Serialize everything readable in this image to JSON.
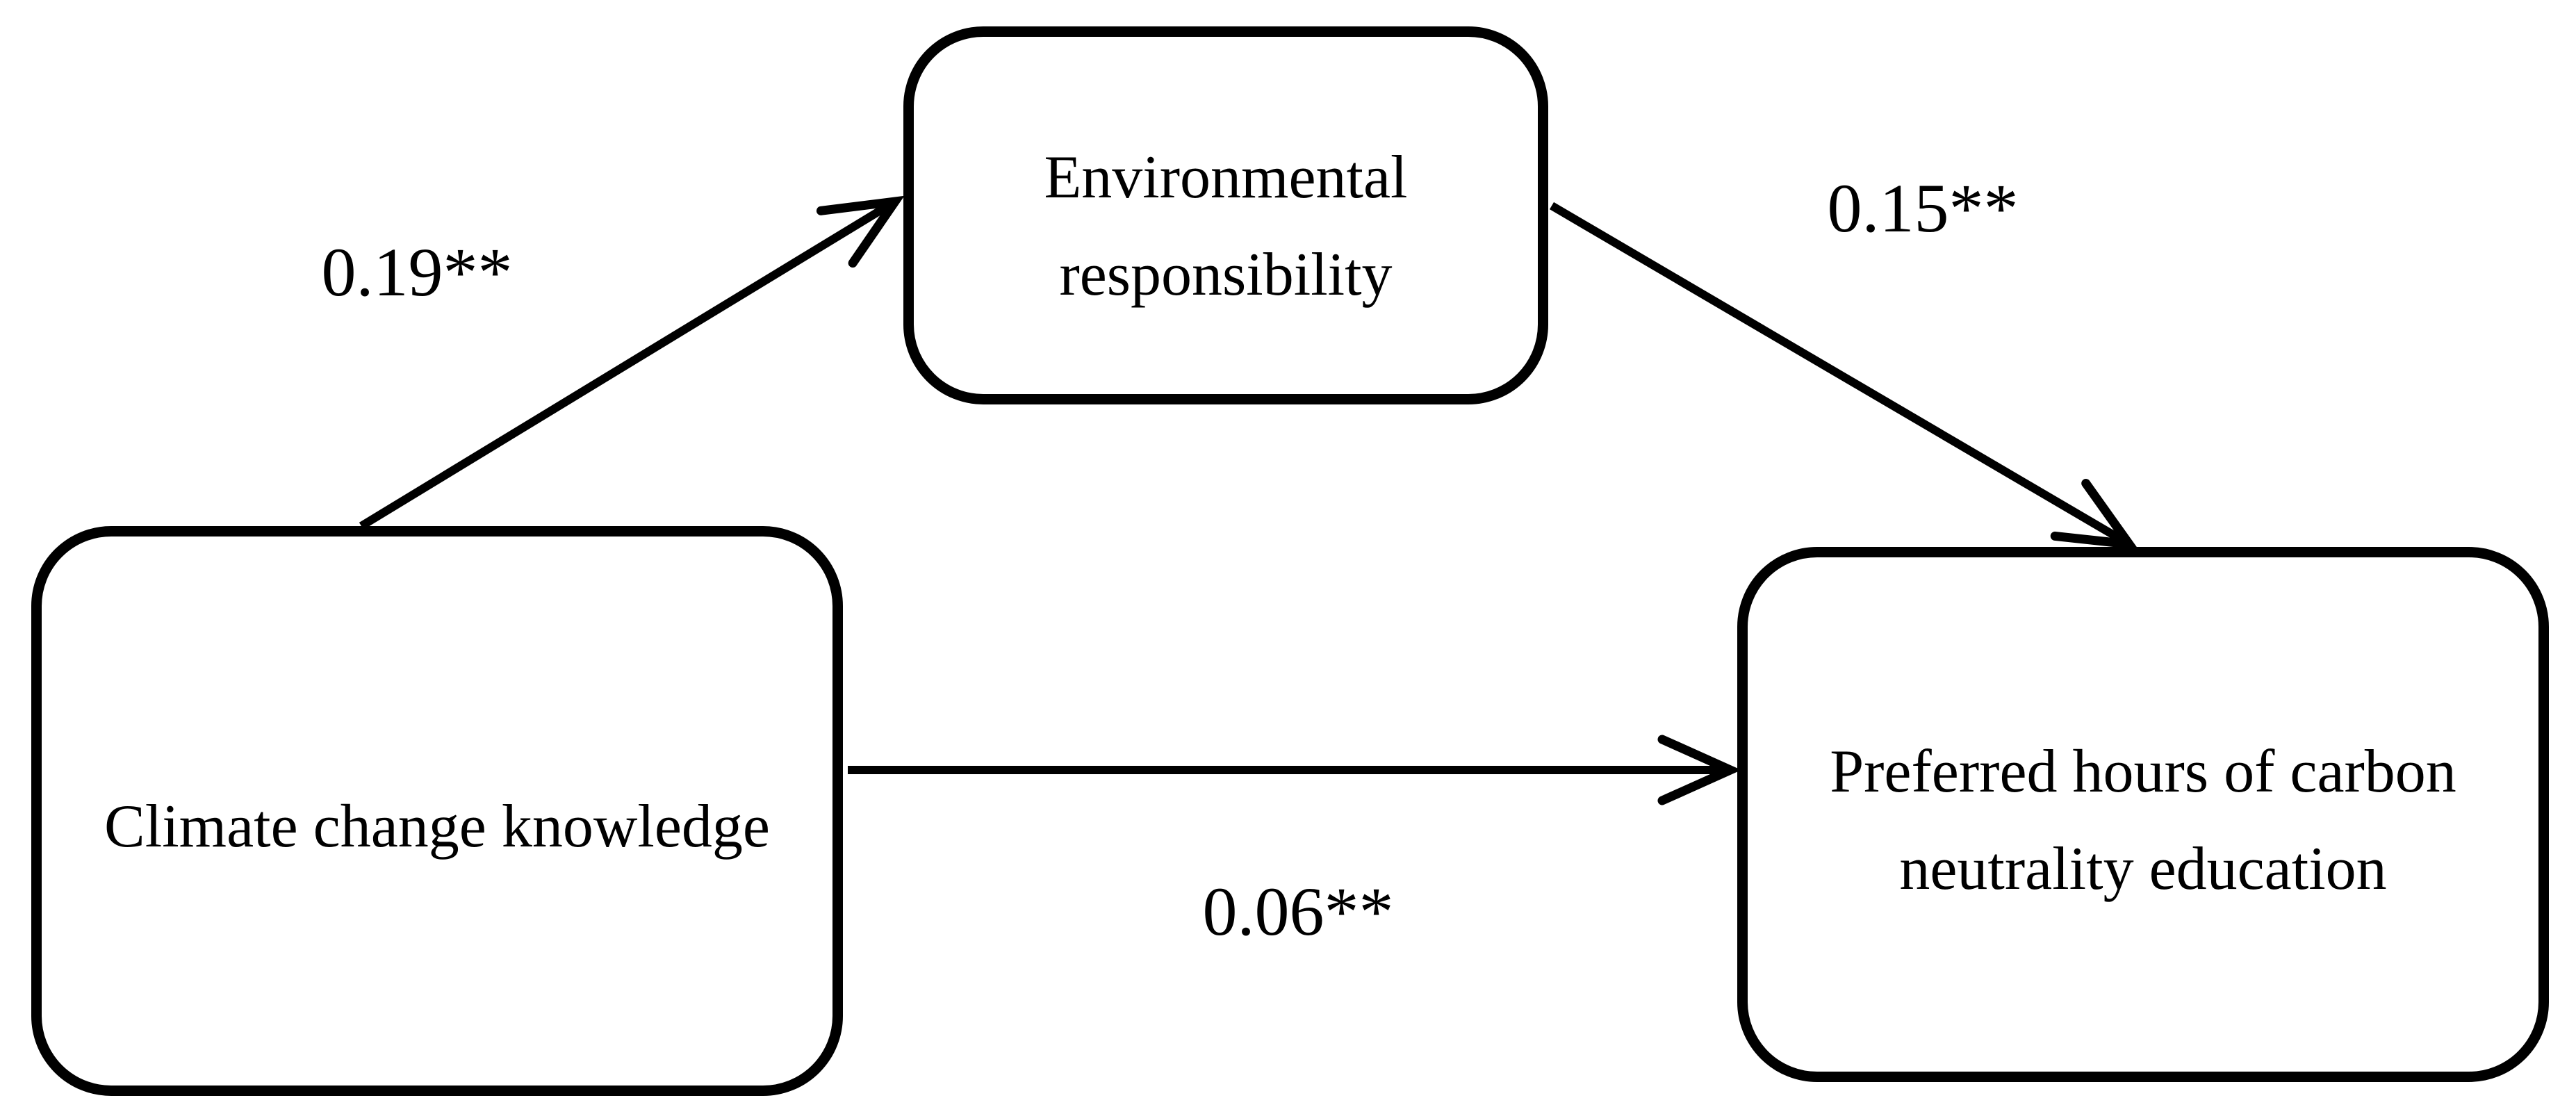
{
  "figure": {
    "type": "mediation-path-diagram",
    "background_color": "#ffffff",
    "line_color": "#000000"
  },
  "nodes": {
    "exogenous": {
      "id": "climate-change-knowledge",
      "lines": [
        "Climate change knowledge"
      ]
    },
    "mediator": {
      "id": "environmental-responsibility",
      "lines": [
        "Environmental",
        "responsibility"
      ]
    },
    "outcome": {
      "id": "preferred-hours-of-carbon-neutrality-education",
      "lines": [
        "Preferred hours of carbon",
        "neutrality education"
      ]
    }
  },
  "paths": {
    "a": {
      "from": "climate-change-knowledge",
      "to": "environmental-responsibility",
      "coefficient": "0.19**"
    },
    "b": {
      "from": "environmental-responsibility",
      "to": "preferred-hours-of-carbon-neutrality-education",
      "coefficient": "0.15**"
    },
    "c": {
      "from": "climate-change-knowledge",
      "to": "preferred-hours-of-carbon-neutrality-education",
      "coefficient": "0.06**"
    }
  }
}
